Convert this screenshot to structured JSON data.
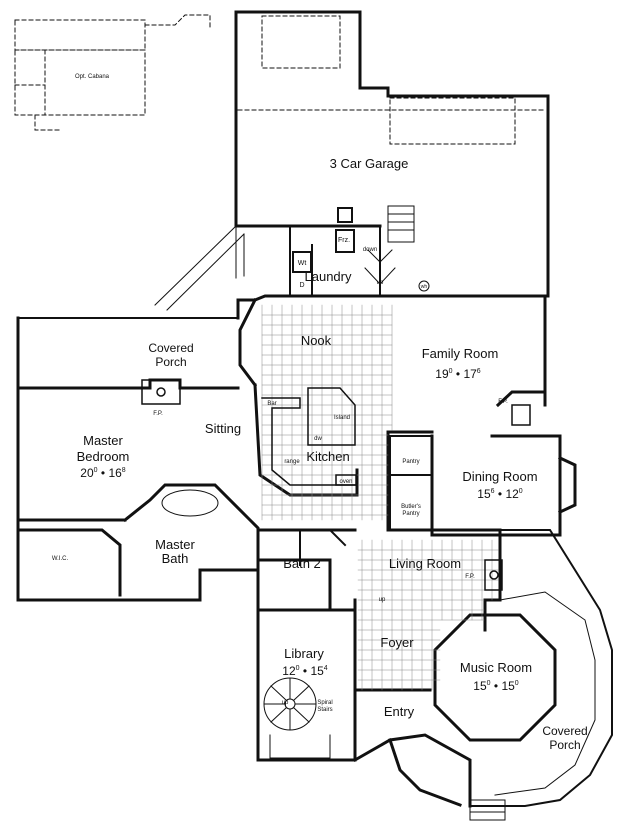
{
  "rooms": {
    "garage": "3 Car Garage",
    "laundry": "Laundry",
    "covered_porch_left": [
      "Covered",
      "Porch"
    ],
    "nook": "Nook",
    "family_room": "Family Room",
    "family_room_w": "19",
    "family_room_w_in": "0",
    "family_room_d": "17",
    "family_room_d_in": "6",
    "master_bedroom": [
      "Master",
      "Bedroom"
    ],
    "master_bedroom_w": "20",
    "master_bedroom_w_in": "0",
    "master_bedroom_d": "16",
    "master_bedroom_d_in": "8",
    "sitting": "Sitting",
    "kitchen": "Kitchen",
    "dining_room": "Dining Room",
    "dining_room_w": "15",
    "dining_room_w_in": "6",
    "dining_room_d": "12",
    "dining_room_d_in": "0",
    "master_bath": [
      "Master",
      "Bath"
    ],
    "bath2": "Bath 2",
    "living_room": "Living Room",
    "library": "Library",
    "library_w": "12",
    "library_w_in": "0",
    "library_d": "15",
    "library_d_in": "4",
    "foyer": "Foyer",
    "music_room": "Music Room",
    "music_room_w": "15",
    "music_room_w_in": "0",
    "music_room_d": "15",
    "music_room_d_in": "0",
    "entry": "Entry",
    "covered_porch_right": [
      "Covered",
      "Porch"
    ],
    "opt_cabana": "Opt. Cabana",
    "wic": "W.I.C.",
    "pantry": "Pantry",
    "butlers_pantry": [
      "Butler's",
      "Pantry"
    ],
    "spiral_stairs": [
      "Spiral",
      "Stairs"
    ]
  },
  "fixtures": {
    "frz": "Frz.",
    "wt": "Wt",
    "d": "D",
    "down": "down",
    "up1": "up",
    "up2": "up",
    "wh": "wh",
    "fp1": "F.P.",
    "fp2": "F.P.",
    "fp3": "F.P.",
    "bar": "Bar",
    "island": "Island",
    "dw": "dw",
    "range": "range",
    "oven": "oven",
    "up_spiral": "up"
  },
  "dimension_separator": "•"
}
